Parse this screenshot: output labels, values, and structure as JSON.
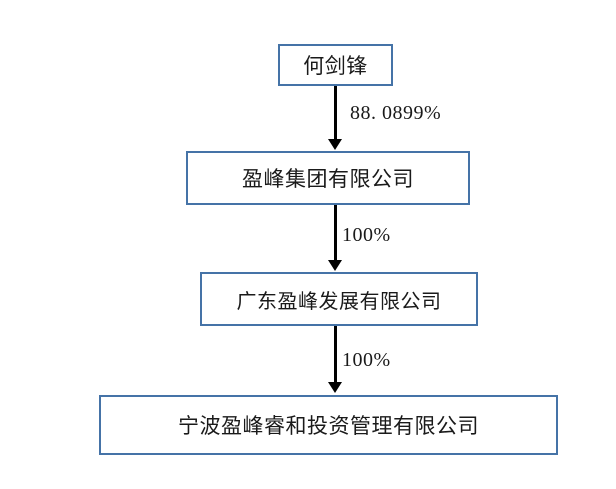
{
  "diagram": {
    "type": "ownership-structure-chart",
    "accent_color": "#4573A7",
    "line_color": "#000000",
    "background_color": "#FFFFFF",
    "nodes": [
      {
        "id": "node-1",
        "label": "何剑锋"
      },
      {
        "id": "node-2",
        "label": "盈峰集团有限公司"
      },
      {
        "id": "node-3",
        "label": "广东盈峰发展有限公司"
      },
      {
        "id": "node-4",
        "label": "宁波盈峰睿和投资管理有限公司"
      }
    ],
    "edges": [
      {
        "id": "edge-1",
        "from": "node-1",
        "to": "node-2",
        "label": "88. 0899%"
      },
      {
        "id": "edge-2",
        "from": "node-2",
        "to": "node-3",
        "label": "100%"
      },
      {
        "id": "edge-3",
        "from": "node-3",
        "to": "node-4",
        "label": "100%"
      }
    ]
  }
}
